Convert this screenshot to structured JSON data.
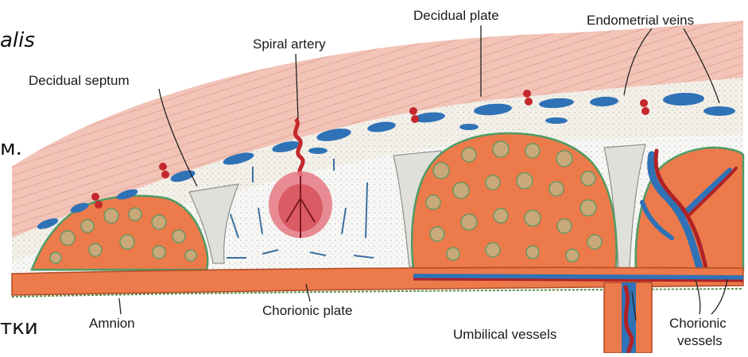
{
  "side_text": {
    "top": "alis",
    "middle": "м.",
    "bottom": "тки"
  },
  "labels": {
    "decidual_septum": "Decidual septum",
    "spiral_artery": "Spiral artery",
    "decidual_plate": "Decidual plate",
    "endometrial_veins": "Endometrial veins",
    "amnion": "Amnion",
    "chorionic_plate": "Chorionic plate",
    "umbilical_vessels": "Umbilical vessels",
    "chorionic_vessels_line1": "Chorionic",
    "chorionic_vessels_line2": "vessels"
  },
  "colors": {
    "myometrium": "#f2c4b8",
    "decidua": "#f4f1ea",
    "intervillous_space": "#f6f6f6",
    "villi_orange": "#ec7a4a",
    "villi_green_edge": "#4f9b64",
    "veins_blue": "#2f72b6",
    "artery_red": "#c4282c",
    "spiral_blood": "#d9555e"
  }
}
